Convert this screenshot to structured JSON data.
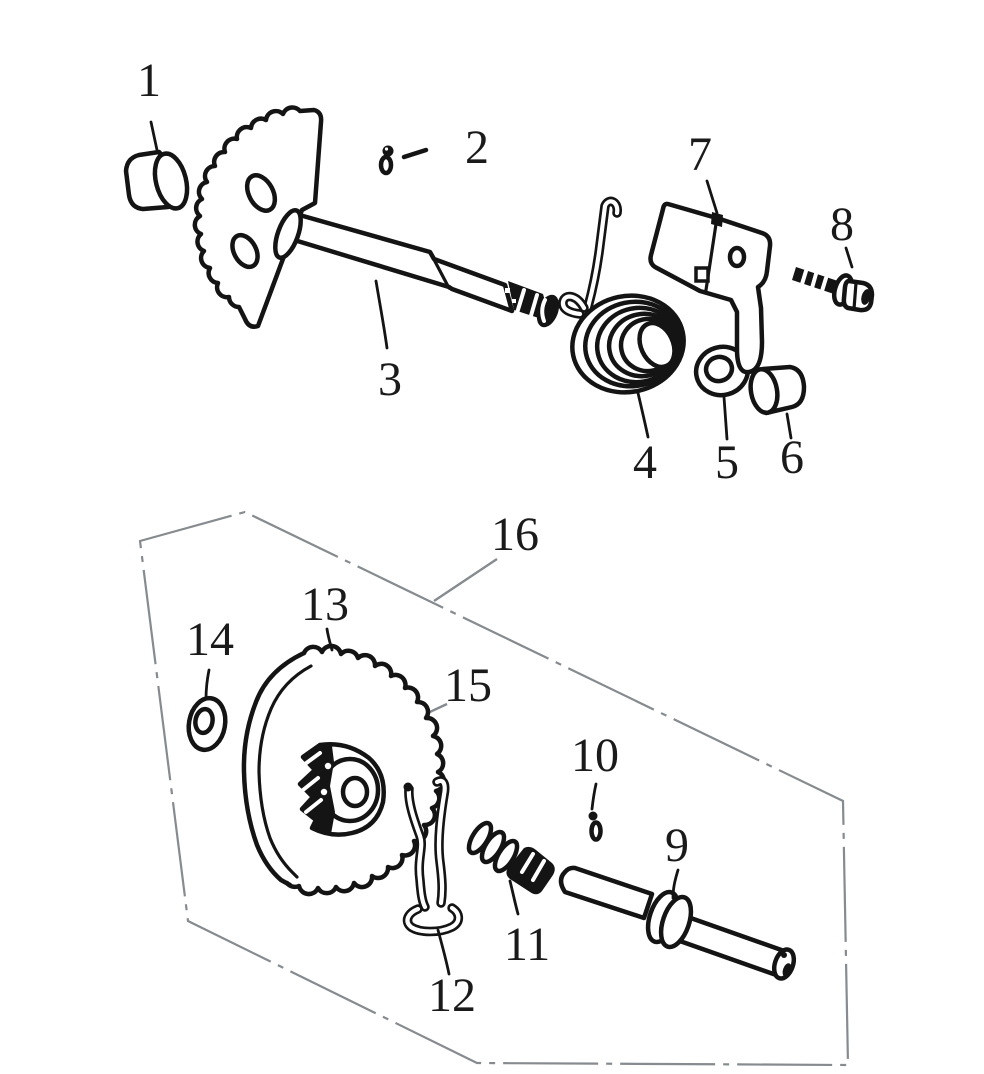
{
  "figure": {
    "type": "exploded-parts-diagram",
    "background_color": "#ffffff",
    "ink_color": "#141414",
    "boundary_color": "#868b90",
    "gray_leader_color": "#868b90"
  },
  "labels": [
    {
      "text": "1"
    },
    {
      "text": "2"
    },
    {
      "text": "3"
    },
    {
      "text": "4"
    },
    {
      "text": "5"
    },
    {
      "text": "6"
    },
    {
      "text": "7"
    },
    {
      "text": "8"
    },
    {
      "text": "9"
    },
    {
      "text": "10"
    },
    {
      "text": "11"
    },
    {
      "text": "12"
    },
    {
      "text": "13"
    },
    {
      "text": "14"
    },
    {
      "text": "15"
    },
    {
      "text": "16"
    }
  ]
}
